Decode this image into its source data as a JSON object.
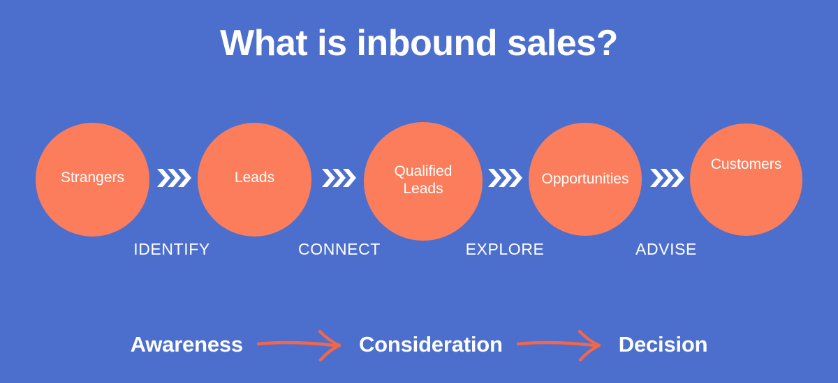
{
  "page": {
    "title": "What is inbound sales?",
    "background_color": "#4c6fce",
    "circle_color": "#fc7d5b",
    "text_color": "#ffffff",
    "arrow_color": "#f4664a"
  },
  "funnel": {
    "stages": [
      {
        "label": "Strangers",
        "icon": "circle-icon"
      },
      {
        "label": "Leads",
        "icon": "circle-icon"
      },
      {
        "label": "Qualified\nLeads",
        "icon": "circle-icon"
      },
      {
        "label": "Opportunities",
        "icon": "circle-icon"
      },
      {
        "label": "Customers",
        "icon": "circle-icon"
      }
    ],
    "separators": [
      {
        "icon": "triple-chevron-right-icon"
      },
      {
        "icon": "triple-chevron-right-icon"
      },
      {
        "icon": "triple-chevron-right-icon"
      },
      {
        "icon": "triple-chevron-right-icon"
      }
    ],
    "actions": [
      {
        "label": "IDENTIFY"
      },
      {
        "label": "CONNECT"
      },
      {
        "label": "EXPLORE"
      },
      {
        "label": "ADVISE"
      }
    ]
  },
  "journey": {
    "steps": [
      {
        "label": "Awareness"
      },
      {
        "label": "Consideration"
      },
      {
        "label": "Decision"
      }
    ],
    "arrows": [
      {
        "icon": "hand-drawn-arrow-right-icon"
      },
      {
        "icon": "hand-drawn-arrow-right-icon"
      }
    ]
  }
}
